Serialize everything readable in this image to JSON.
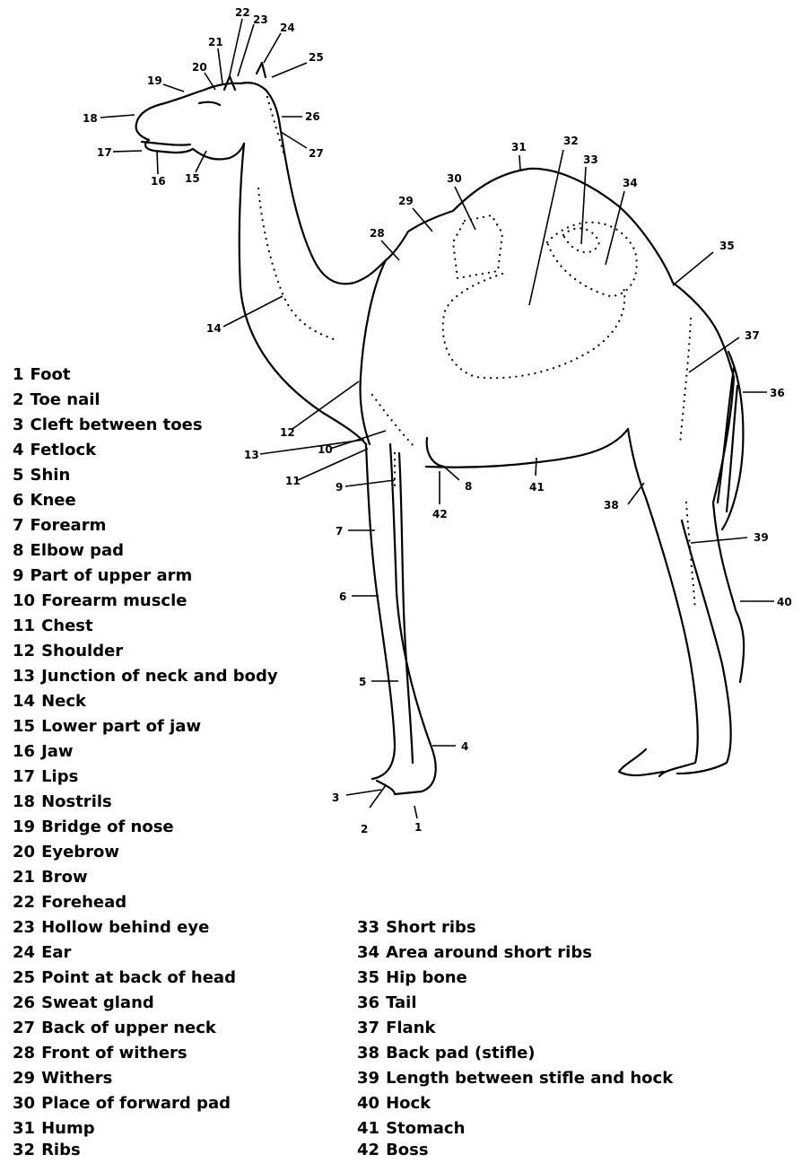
{
  "legend": [
    {
      "number": "1",
      "label": "Foot"
    },
    {
      "number": "2",
      "label": "Toe nail"
    },
    {
      "number": "3",
      "label": "Cleft between toes"
    },
    {
      "number": "4",
      "label": "Fetlock"
    },
    {
      "number": "5",
      "label": "Shin"
    },
    {
      "number": "6",
      "label": "Knee"
    },
    {
      "number": "7",
      "label": "Forearm"
    },
    {
      "number": "8",
      "label": "Elbow pad"
    },
    {
      "number": "9",
      "label": "Part of upper arm"
    },
    {
      "number": "10",
      "label": "Forearm muscle"
    },
    {
      "number": "11",
      "label": "Chest"
    },
    {
      "number": "12",
      "label": "Shoulder"
    },
    {
      "number": "13",
      "label": "Junction of neck and body"
    },
    {
      "number": "14",
      "label": "Neck"
    },
    {
      "number": "15",
      "label": "Lower part of jaw"
    },
    {
      "number": "16",
      "label": "Jaw"
    },
    {
      "number": "17",
      "label": "Lips"
    },
    {
      "number": "18",
      "label": "Nostrils"
    },
    {
      "number": "19",
      "label": "Bridge of nose"
    },
    {
      "number": "20",
      "label": "Eyebrow"
    },
    {
      "number": "21",
      "label": "Brow"
    },
    {
      "number": "22",
      "label": "Forehead"
    },
    {
      "number": "23",
      "label": "Hollow behind eye"
    },
    {
      "number": "24",
      "label": "Ear"
    },
    {
      "number": "25",
      "label": "Point at back of head"
    },
    {
      "number": "26",
      "label": "Sweat gland"
    },
    {
      "number": "27",
      "label": "Back of upper neck"
    },
    {
      "number": "28",
      "label": "Front of withers"
    },
    {
      "number": "29",
      "label": "Withers"
    },
    {
      "number": "30",
      "label": "Place of forward pad"
    },
    {
      "number": "31",
      "label": "Hump"
    },
    {
      "number": "32",
      "label": "Ribs"
    },
    {
      "number": "33",
      "label": "Short ribs"
    },
    {
      "number": "34",
      "label": "Area around short ribs"
    },
    {
      "number": "35",
      "label": "Hip bone"
    },
    {
      "number": "36",
      "label": "Tail"
    },
    {
      "number": "37",
      "label": "Flank"
    },
    {
      "number": "38",
      "label": "Back pad (stifle)"
    },
    {
      "number": "39",
      "label": "Length between stifle and hock"
    },
    {
      "number": "40",
      "label": "Hock"
    },
    {
      "number": "41",
      "label": "Stomach"
    },
    {
      "number": "42",
      "label": "Boss"
    }
  ]
}
